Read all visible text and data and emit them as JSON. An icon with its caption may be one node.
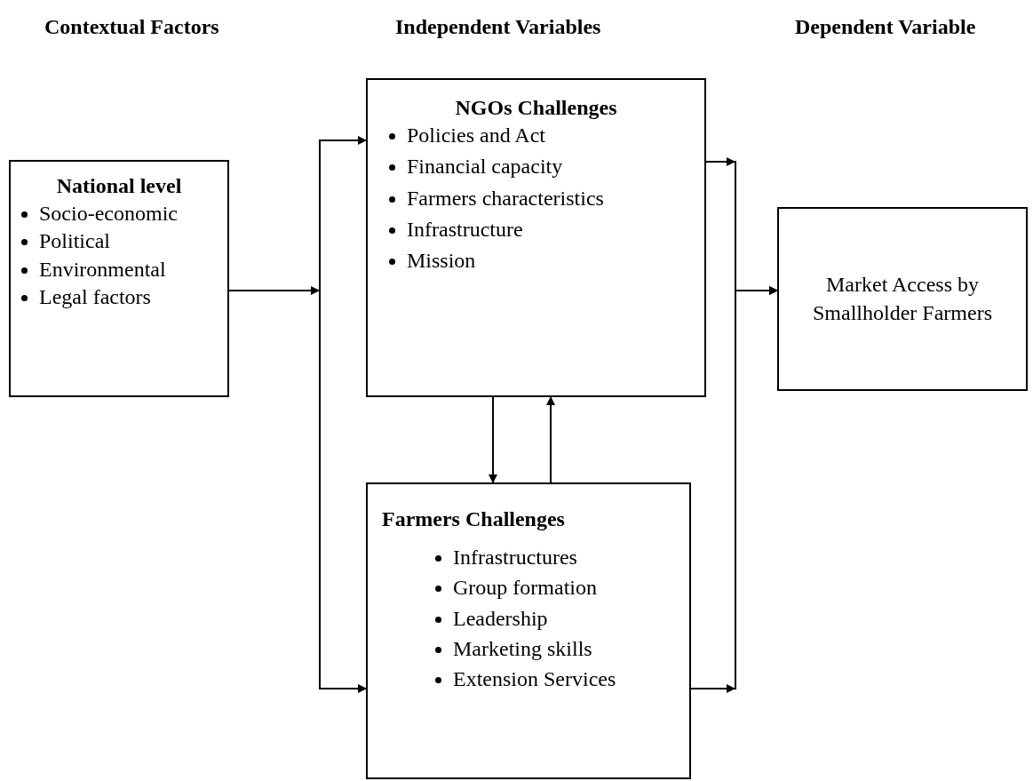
{
  "diagram": {
    "nodes": [
      {
        "text": [
          "National level",
          "Socio-economic",
          "Political",
          "Environmental",
          "Legal factors"
        ]
      },
      {
        "text": [
          "NGOs Challenges",
          "Policies and Act",
          "Financial capacity",
          "Farmers characteristics",
          "Infrastructure",
          "Mission"
        ]
      },
      {
        "text": [
          "Farmers Challenges",
          "Infrastructures",
          "Group formation",
          "Leadership",
          "Marketing skills",
          "Extension Services"
        ]
      },
      {
        "text": [
          "Market Access by Smallholder Farmers"
        ]
      }
    ],
    "edges": [
      {
        "from": 0,
        "to": 1,
        "arrow": "to"
      },
      {
        "from": 0,
        "to": 2,
        "arrow": "to"
      },
      {
        "from": 1,
        "to": 2,
        "arrow": "to"
      },
      {
        "from": 2,
        "to": 1,
        "arrow": "to"
      },
      {
        "from": 1,
        "to": 3,
        "arrow": "to"
      },
      {
        "from": 2,
        "to": 3,
        "arrow": "to"
      }
    ],
    "labels": [
      "Contextual Factors",
      "Independent Variables",
      "Dependent Variable"
    ]
  }
}
